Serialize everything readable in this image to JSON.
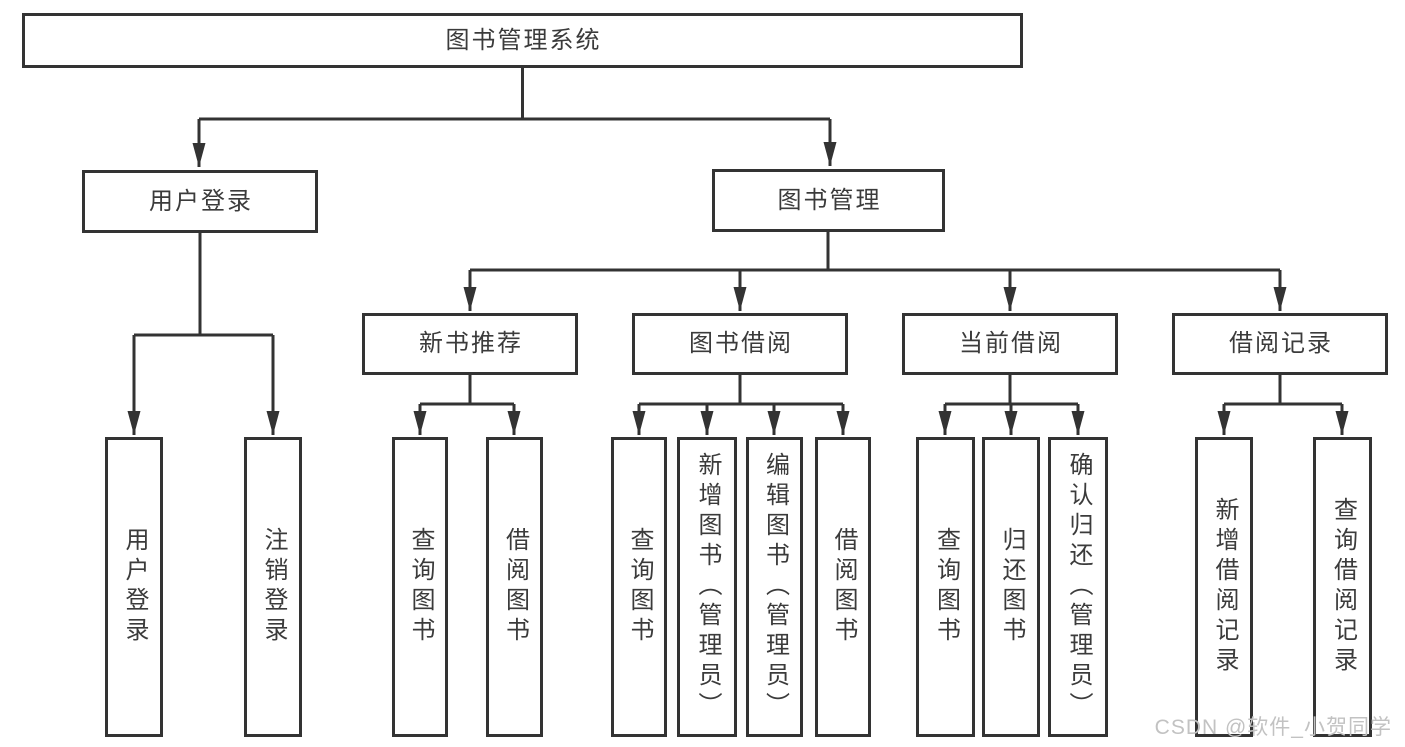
{
  "nodes": {
    "root": "图书管理系统",
    "user_login": "用户登录",
    "book_management": "图书管理",
    "new_book_recommend": "新书推荐",
    "book_borrow": "图书借阅",
    "current_borrow": "当前借阅",
    "borrow_record": "借阅记录",
    "login": "用户登录",
    "logout": "注销登录",
    "nbr_query_book": "查询图书",
    "nbr_borrow_book": "借阅图书",
    "bb_query_book": "查询图书",
    "bb_add_book": "新增图书（管理员）",
    "bb_edit_book": "编辑图书（管理员）",
    "bb_borrow_book": "借阅图书",
    "cb_query_book": "查询图书",
    "cb_return_book": "归还图书",
    "cb_confirm_return": "确认归还（管理员）",
    "br_add_record": "新增借阅记录",
    "br_query_record": "查询借阅记录"
  },
  "watermark": "CSDN @软件_小贺同学",
  "colors": {
    "line": "#333333",
    "text": "#3b3b3b",
    "watermark": "#c2c2c2"
  }
}
